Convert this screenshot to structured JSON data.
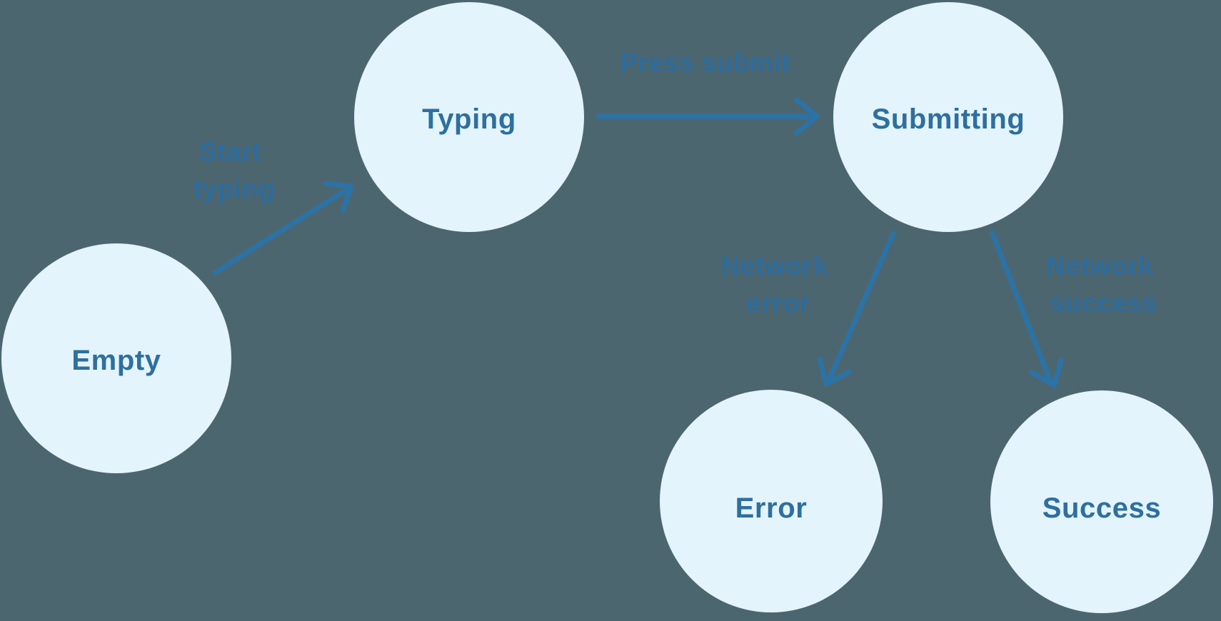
{
  "diagram": {
    "type": "state-machine",
    "colors": {
      "background": "#4c6670",
      "node_fill": "#e3f4fd",
      "node_text": "#2e6f9e",
      "arrow": "#2b73a6",
      "transition_text": "#2b6da0"
    },
    "states": [
      {
        "id": "empty",
        "label": "Empty"
      },
      {
        "id": "typing",
        "label": "Typing"
      },
      {
        "id": "submitting",
        "label": "Submitting"
      },
      {
        "id": "error",
        "label": "Error"
      },
      {
        "id": "success",
        "label": "Success"
      }
    ],
    "transitions": [
      {
        "from": "empty",
        "to": "typing",
        "label": "Start typing",
        "label_lines": [
          "Start",
          "typing"
        ]
      },
      {
        "from": "typing",
        "to": "submitting",
        "label": "Press submit",
        "label_lines": [
          "Press submit"
        ]
      },
      {
        "from": "submitting",
        "to": "error",
        "label": "Network error",
        "label_lines": [
          "Network",
          "error"
        ]
      },
      {
        "from": "submitting",
        "to": "success",
        "label": "Network success",
        "label_lines": [
          "Network",
          "success"
        ]
      }
    ]
  }
}
